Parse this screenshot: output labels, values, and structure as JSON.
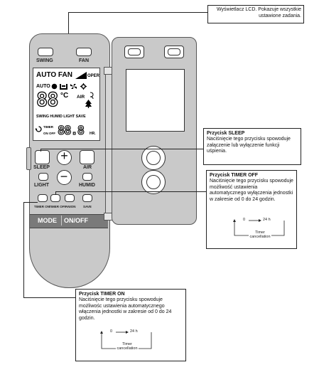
{
  "lcd_callout": {
    "title": "Wyświetlacz LCD.",
    "text": "Pokazuje wszystkie ustawione zadania."
  },
  "remote": {
    "swing_label": "SWING",
    "fan_label": "FAN",
    "lcd": {
      "auto_fan": "AUTO FAN",
      "oper": "OPER",
      "auto": "AUTO",
      "digits": "88",
      "degree_c": "°C",
      "air": "AIR",
      "modes": "SWING HUMID LIGHT SAVE",
      "timer": "TIMER",
      "on_off": "ON OFF",
      "timer_digits": "88.8",
      "hr": "HR."
    },
    "sleep_label": "SLEEP",
    "air_label": "AIR",
    "light_label": "LIGHT",
    "humid_label": "HUMID",
    "plus_symbol": "+",
    "minus_symbol": "−",
    "timer_on_label": "TIMER ON",
    "timer_off_label": "TIMER OFF",
    "anion_label": "ANION",
    "save_label": "SAVE",
    "mode_label": "MODE",
    "onoff_label": "ON/OFF"
  },
  "sleep_callout": {
    "title": "Przycisk SLEEP",
    "text": "Naciśnięcie tego przycisku spowoduje załączenie lub wyłączenie funkcji uśpienia."
  },
  "timer_off_callout": {
    "title": "Przycisk TIMER OFF",
    "text": "Naciśnięcie tego przycisku spowoduje możliwość ustawienia automatycznego wyłączenia jednostki w zakresie od 0 do 24 godzin.",
    "cycle_start": "0",
    "cycle_end": "24 h",
    "cycle_cancel": "Timer cancellation"
  },
  "timer_on_callout": {
    "title": "Przycisk TIMER ON",
    "text": "Naciśnięcie tego przycisku spowoduje możliwośc ustawienia automatycznego włączenia jednostki w zakresie od 0 do 24 godzin.",
    "cycle_start": "0",
    "cycle_end": "24 h",
    "cycle_cancel": "Timer cancellation"
  },
  "icons": {
    "signal": "signal-bars-icon",
    "sun": "heat-sun-icon",
    "fan": "fan-icon",
    "person": "person-icon",
    "tree": "tree-icon",
    "clock": "timer-clock-icon"
  }
}
